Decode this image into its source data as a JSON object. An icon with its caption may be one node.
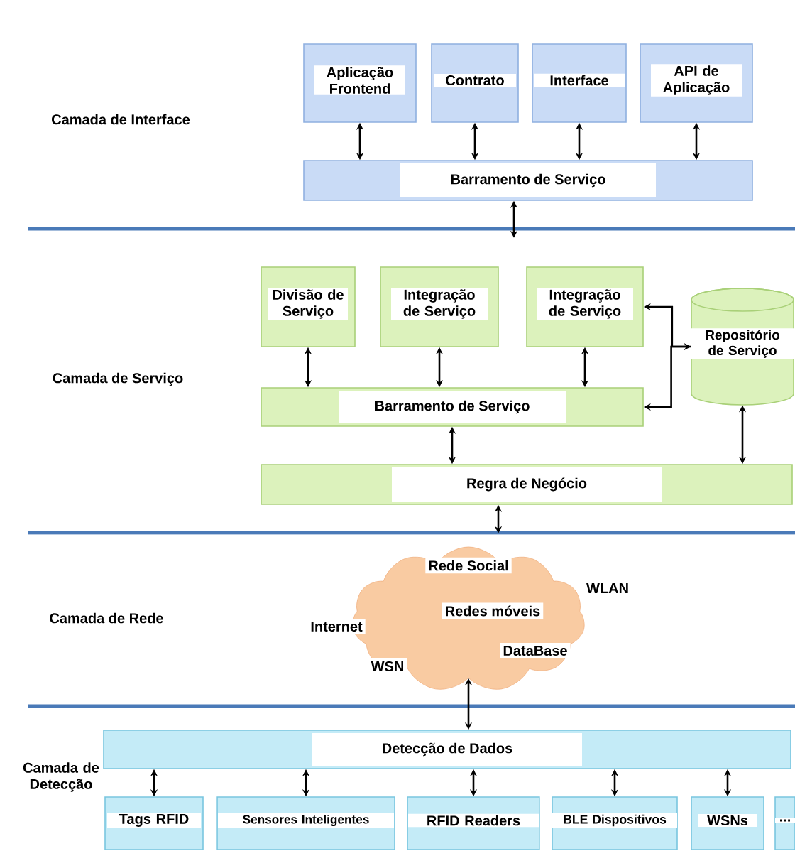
{
  "diagram": {
    "nodes": [
      {
        "text": [
          "Aplicação Frontend"
        ]
      },
      {
        "text": [
          "Contrato"
        ]
      },
      {
        "text": [
          "Interface"
        ]
      },
      {
        "text": [
          "API de Aplicação"
        ]
      },
      {
        "text": [
          "Barramento de Serviço"
        ]
      },
      {
        "text": [
          "Divisão de Serviço"
        ]
      },
      {
        "text": [
          "Integração de Serviço"
        ]
      },
      {
        "text": [
          "Integração de Serviço"
        ]
      },
      {
        "text": [
          "Repositório de Serviço"
        ]
      },
      {
        "text": [
          "Barramento de Serviço"
        ]
      },
      {
        "text": [
          "Regra de Negócio"
        ]
      },
      {
        "text": [
          "Rede Social",
          "WLAN",
          "Redes móveis",
          "Internet",
          "DataBase",
          "WSN"
        ]
      },
      {
        "text": [
          "Detecção de Dados"
        ]
      },
      {
        "text": [
          "Tags RFID"
        ]
      },
      {
        "text": [
          "Sensores Inteligentes"
        ]
      },
      {
        "text": [
          "RFID Readers"
        ]
      },
      {
        "text": [
          "BLE Dispositivos"
        ]
      },
      {
        "text": [
          "WSNs"
        ]
      },
      {
        "text": [
          "..."
        ]
      }
    ],
    "edges": [
      {
        "from": 0,
        "to": 4,
        "arrow": "both"
      },
      {
        "from": 1,
        "to": 4,
        "arrow": "both"
      },
      {
        "from": 2,
        "to": 4,
        "arrow": "both"
      },
      {
        "from": 3,
        "to": 4,
        "arrow": "both"
      },
      {
        "from": 4,
        "to": null,
        "arrow": "both"
      },
      {
        "from": 5,
        "to": 9,
        "arrow": "both"
      },
      {
        "from": 6,
        "to": 9,
        "arrow": "both"
      },
      {
        "from": 7,
        "to": 9,
        "arrow": "both"
      },
      {
        "from": 7,
        "to": 8,
        "arrow": "both"
      },
      {
        "from": 8,
        "to": 9,
        "arrow": "to"
      },
      {
        "from": 9,
        "to": 10,
        "arrow": "both"
      },
      {
        "from": 8,
        "to": 10,
        "arrow": "both"
      },
      {
        "from": 10,
        "to": null,
        "arrow": "both"
      },
      {
        "from": 11,
        "to": 12,
        "arrow": "both"
      },
      {
        "from": 12,
        "to": 13,
        "arrow": "both"
      },
      {
        "from": 12,
        "to": 14,
        "arrow": "both"
      },
      {
        "from": 12,
        "to": 15,
        "arrow": "both"
      },
      {
        "from": 12,
        "to": 16,
        "arrow": "both"
      },
      {
        "from": 12,
        "to": 17,
        "arrow": "both"
      }
    ],
    "labels": [
      "Camada de Interface",
      "Camada de Serviço",
      "Camada de Rede",
      "Camada de Detecção"
    ]
  }
}
